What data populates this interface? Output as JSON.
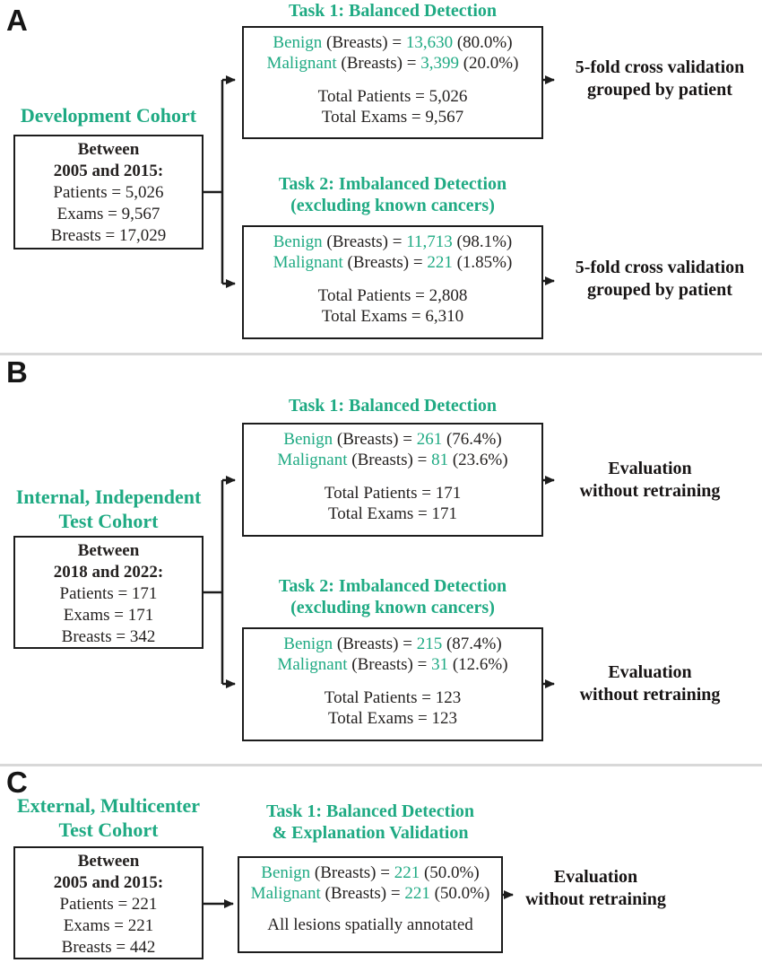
{
  "colors": {
    "accent": "#1faa83",
    "ink": "#242120",
    "border": "#1c1c1c",
    "divider": "#d8d8d8"
  },
  "panels": {
    "a": {
      "letter": "A",
      "cohort_title1": "Development Cohort",
      "cohort": {
        "l1": "Between",
        "l2": "2005 and 2015:",
        "l3": "Patients = 5,026",
        "l4": "Exams = 9,567",
        "l5": "Breasts = 17,029"
      },
      "task1": {
        "title1": "Task 1: Balanced Detection",
        "row1": {
          "label": "Benign",
          "mid": " (Breasts) = ",
          "value": "13,630",
          "pct": " (80.0%)"
        },
        "row2": {
          "label": "Malignant",
          "mid": " (Breasts) = ",
          "value": "3,399",
          "pct": " (20.0%)"
        },
        "total1": "Total Patients = 5,026",
        "total2": "Total Exams = 9,567",
        "outcome1": "5-fold cross validation",
        "outcome2": "grouped by patient"
      },
      "task2": {
        "title1": "Task 2: Imbalanced Detection",
        "title2": "(excluding known cancers)",
        "row1": {
          "label": "Benign",
          "mid": " (Breasts) = ",
          "value": "11,713",
          "pct": " (98.1%)"
        },
        "row2": {
          "label": "Malignant",
          "mid": " (Breasts) = ",
          "value": "221",
          "pct": " (1.85%)"
        },
        "total1": "Total Patients = 2,808",
        "total2": "Total Exams = 6,310",
        "outcome1": "5-fold cross validation",
        "outcome2": "grouped by patient"
      }
    },
    "b": {
      "letter": "B",
      "cohort_title1": "Internal, Independent",
      "cohort_title2": "Test Cohort",
      "cohort": {
        "l1": "Between",
        "l2": "2018 and 2022:",
        "l3": "Patients = 171",
        "l4": "Exams = 171",
        "l5": "Breasts = 342"
      },
      "task1": {
        "title1": "Task 1: Balanced Detection",
        "row1": {
          "label": "Benign",
          "mid": " (Breasts) = ",
          "value": "261",
          "pct": " (76.4%)"
        },
        "row2": {
          "label": "Malignant",
          "mid": " (Breasts) = ",
          "value": "81",
          "pct": " (23.6%)"
        },
        "total1": "Total Patients = 171",
        "total2": "Total Exams = 171",
        "outcome1": "Evaluation",
        "outcome2": "without retraining"
      },
      "task2": {
        "title1": "Task 2: Imbalanced Detection",
        "title2": "(excluding known cancers)",
        "row1": {
          "label": "Benign",
          "mid": " (Breasts) = ",
          "value": "215",
          "pct": " (87.4%)"
        },
        "row2": {
          "label": "Malignant",
          "mid": " (Breasts) = ",
          "value": "31",
          "pct": " (12.6%)"
        },
        "total1": "Total Patients = 123",
        "total2": "Total Exams = 123",
        "outcome1": "Evaluation",
        "outcome2": "without retraining"
      }
    },
    "c": {
      "letter": "C",
      "cohort_title1": "External, Multicenter",
      "cohort_title2": "Test Cohort",
      "cohort": {
        "l1": "Between",
        "l2": "2005 and 2015:",
        "l3": "Patients = 221",
        "l4": "Exams = 221",
        "l5": "Breasts = 442"
      },
      "task1": {
        "title1": "Task 1: Balanced Detection",
        "title2": "& Explanation Validation",
        "row1": {
          "label": "Benign",
          "mid": " (Breasts) = ",
          "value": "221",
          "pct": " (50.0%)"
        },
        "row2": {
          "label": "Malignant",
          "mid": " (Breasts) = ",
          "value": "221",
          "pct": " (50.0%)"
        },
        "note": "All lesions spatially annotated",
        "outcome1": "Evaluation",
        "outcome2": "without retraining"
      }
    }
  }
}
